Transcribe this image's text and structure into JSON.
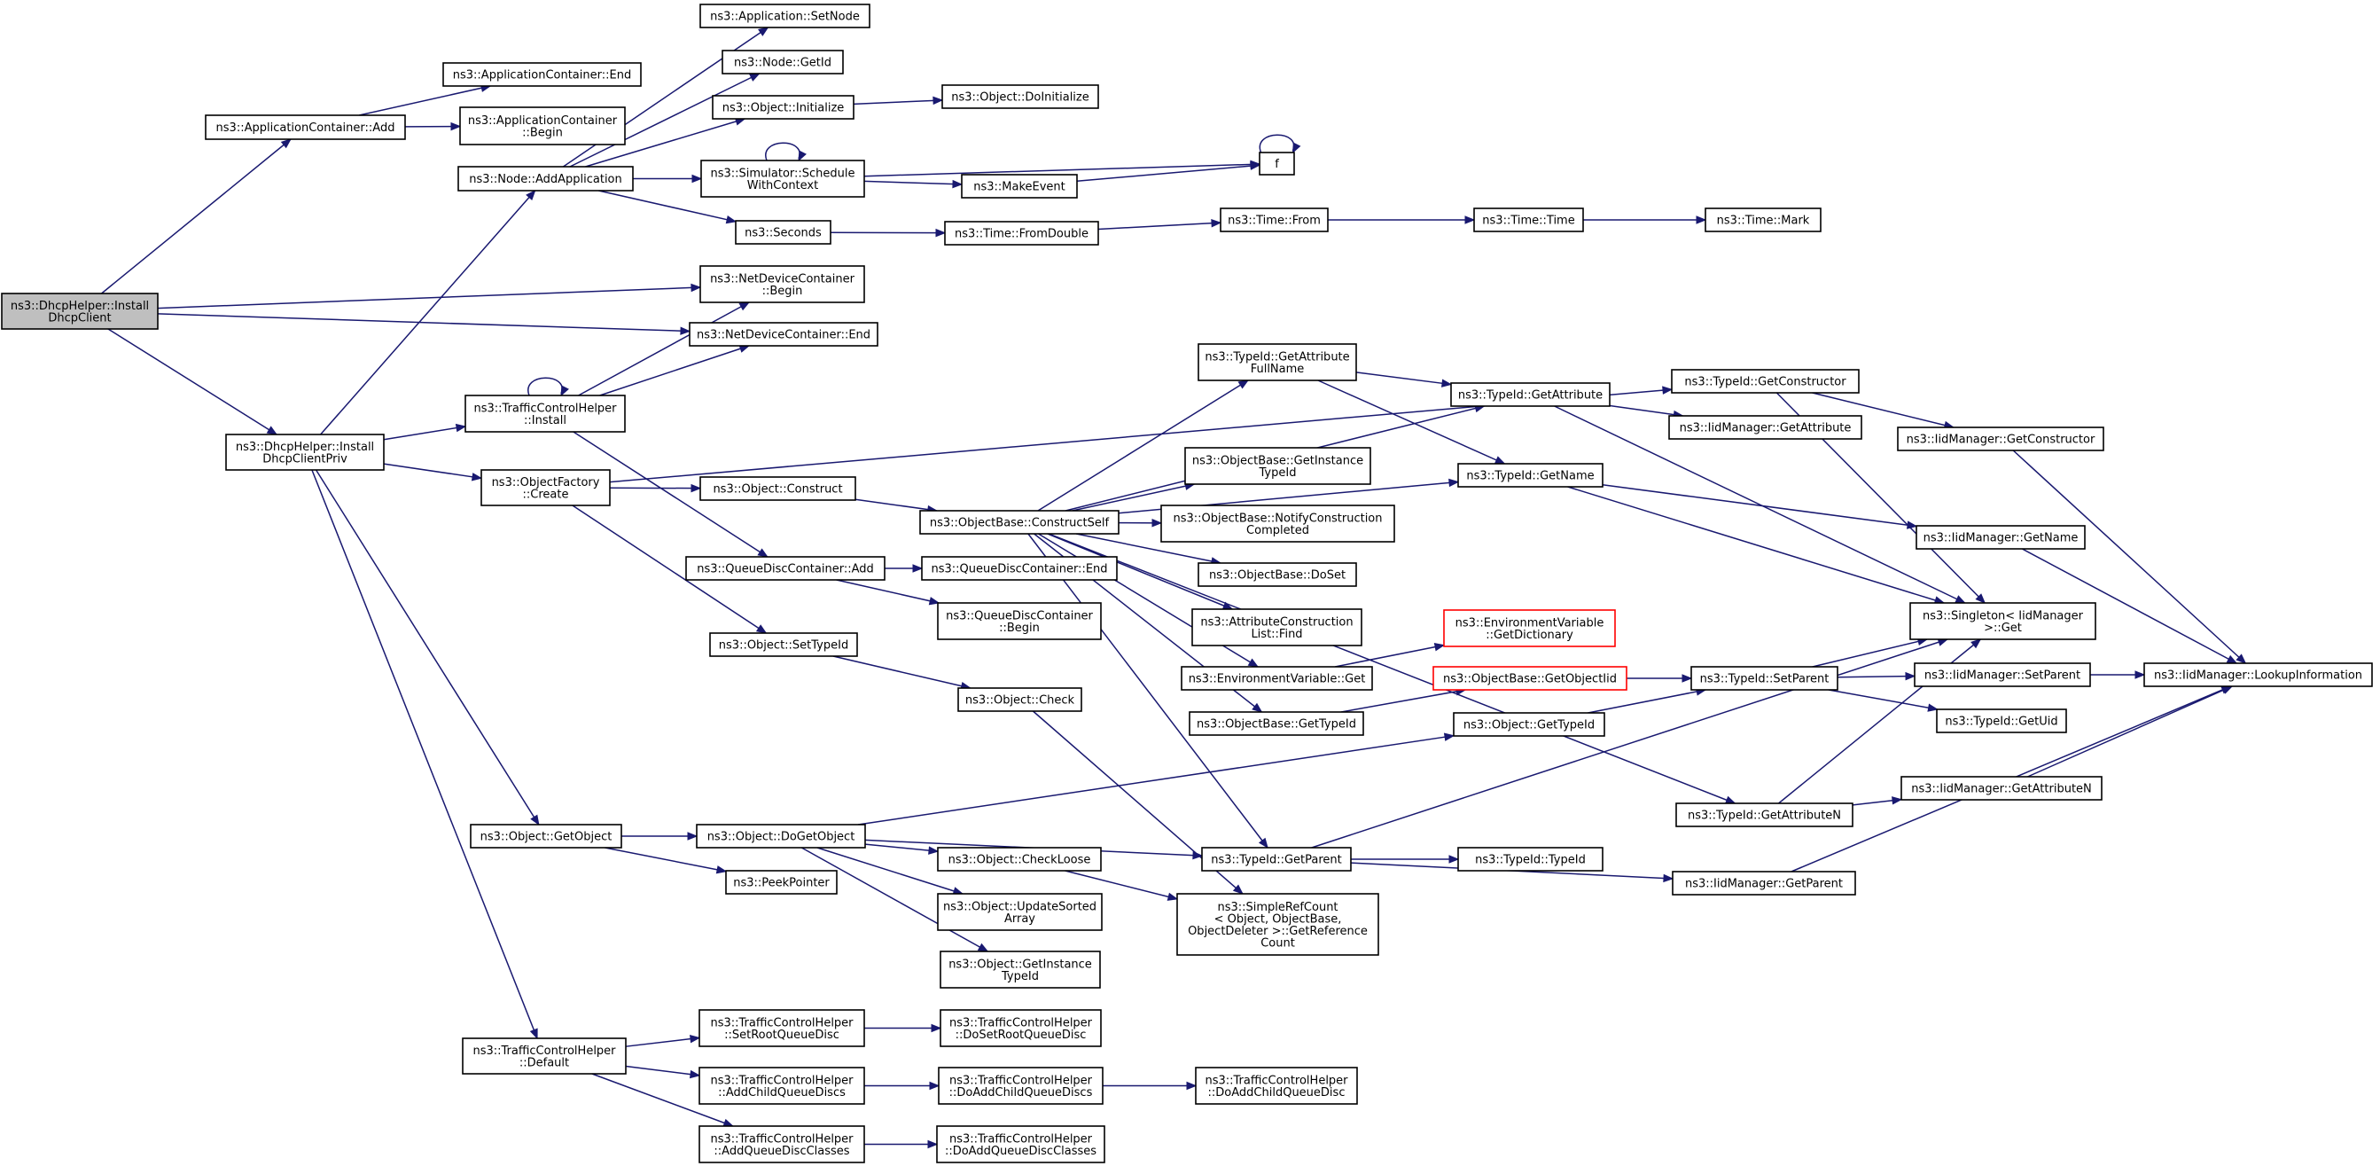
{
  "colors": {
    "edge": "#191970",
    "node_border": "#000000",
    "root_fill": "#bfbfbf",
    "missing_border": "#ff0000",
    "background": "#ffffff"
  },
  "nodes": [
    {
      "id": "root",
      "lines": [
        "ns3::DhcpHelper::Install",
        "DhcpClient"
      ],
      "style": "root"
    },
    {
      "id": "appAdd",
      "lines": [
        "ns3::ApplicationContainer::Add"
      ]
    },
    {
      "id": "appEnd",
      "lines": [
        "ns3::ApplicationContainer::End"
      ]
    },
    {
      "id": "appBegin",
      "lines": [
        "ns3::ApplicationContainer",
        "::Begin"
      ]
    },
    {
      "id": "setNode",
      "lines": [
        "ns3::Application::SetNode"
      ]
    },
    {
      "id": "getId",
      "lines": [
        "ns3::Node::GetId"
      ]
    },
    {
      "id": "objInit",
      "lines": [
        "ns3::Object::Initialize"
      ]
    },
    {
      "id": "objDoInit",
      "lines": [
        "ns3::Object::DoInitialize"
      ]
    },
    {
      "id": "f",
      "lines": [
        "f"
      ]
    },
    {
      "id": "simSched",
      "lines": [
        "ns3::Simulator::Schedule",
        "WithContext"
      ]
    },
    {
      "id": "makeEvent",
      "lines": [
        "ns3::MakeEvent"
      ]
    },
    {
      "id": "nodeAddApp",
      "lines": [
        "ns3::Node::AddApplication"
      ]
    },
    {
      "id": "seconds",
      "lines": [
        "ns3::Seconds"
      ]
    },
    {
      "id": "fromDouble",
      "lines": [
        "ns3::Time::FromDouble"
      ]
    },
    {
      "id": "timeFrom",
      "lines": [
        "ns3::Time::From"
      ]
    },
    {
      "id": "timeTime",
      "lines": [
        "ns3::Time::Time"
      ]
    },
    {
      "id": "timeMark",
      "lines": [
        "ns3::Time::Mark"
      ]
    },
    {
      "id": "ndcBegin",
      "lines": [
        "ns3::NetDeviceContainer",
        "::Begin"
      ]
    },
    {
      "id": "ndcEnd",
      "lines": [
        "ns3::NetDeviceContainer::End"
      ]
    },
    {
      "id": "tchInstall",
      "lines": [
        "ns3::TrafficControlHelper",
        "::Install"
      ]
    },
    {
      "id": "dhcpPriv",
      "lines": [
        "ns3::DhcpHelper::Install",
        "DhcpClientPriv"
      ]
    },
    {
      "id": "objFactCreate",
      "lines": [
        "ns3::ObjectFactory",
        "::Create"
      ]
    },
    {
      "id": "objConstruct",
      "lines": [
        "ns3::Object::Construct"
      ]
    },
    {
      "id": "constructSelf",
      "lines": [
        "ns3::ObjectBase::ConstructSelf"
      ]
    },
    {
      "id": "getAttrFull",
      "lines": [
        "ns3::TypeId::GetAttribute",
        "FullName"
      ]
    },
    {
      "id": "getAttr",
      "lines": [
        "ns3::TypeId::GetAttribute"
      ]
    },
    {
      "id": "getCtor",
      "lines": [
        "ns3::TypeId::GetConstructor"
      ]
    },
    {
      "id": "iidGetAttr",
      "lines": [
        "ns3::IidManager::GetAttribute"
      ]
    },
    {
      "id": "iidGetCtor",
      "lines": [
        "ns3::IidManager::GetConstructor"
      ]
    },
    {
      "id": "getInstTid",
      "lines": [
        "ns3::ObjectBase::GetInstance",
        "TypeId"
      ]
    },
    {
      "id": "getName",
      "lines": [
        "ns3::TypeId::GetName"
      ]
    },
    {
      "id": "notifyCC",
      "lines": [
        "ns3::ObjectBase::NotifyConstruction",
        "Completed"
      ]
    },
    {
      "id": "iidGetName",
      "lines": [
        "ns3::IidManager::GetName"
      ]
    },
    {
      "id": "qdcAdd",
      "lines": [
        "ns3::QueueDiscContainer::Add"
      ]
    },
    {
      "id": "qdcEnd",
      "lines": [
        "ns3::QueueDiscContainer::End"
      ]
    },
    {
      "id": "doSet",
      "lines": [
        "ns3::ObjectBase::DoSet"
      ]
    },
    {
      "id": "qdcBegin",
      "lines": [
        "ns3::QueueDiscContainer",
        "::Begin"
      ]
    },
    {
      "id": "acFind",
      "lines": [
        "ns3::AttributeConstruction",
        "List::Find"
      ]
    },
    {
      "id": "envDict",
      "lines": [
        "ns3::EnvironmentVariable",
        "::GetDictionary"
      ],
      "style": "red"
    },
    {
      "id": "singleton",
      "lines": [
        "ns3::Singleton< IidManager",
        ">::Get"
      ]
    },
    {
      "id": "setTypeId",
      "lines": [
        "ns3::Object::SetTypeId"
      ]
    },
    {
      "id": "envGet",
      "lines": [
        "ns3::EnvironmentVariable::Get"
      ]
    },
    {
      "id": "getObjIid",
      "lines": [
        "ns3::ObjectBase::GetObjectIid"
      ],
      "style": "red"
    },
    {
      "id": "setParent",
      "lines": [
        "ns3::TypeId::SetParent"
      ]
    },
    {
      "id": "iidSetParent",
      "lines": [
        "ns3::IidManager::SetParent"
      ]
    },
    {
      "id": "lookup",
      "lines": [
        "ns3::IidManager::LookupInformation"
      ]
    },
    {
      "id": "objCheck",
      "lines": [
        "ns3::Object::Check"
      ]
    },
    {
      "id": "obGetTypeId",
      "lines": [
        "ns3::ObjectBase::GetTypeId"
      ]
    },
    {
      "id": "oGetTypeId",
      "lines": [
        "ns3::Object::GetTypeId"
      ]
    },
    {
      "id": "getUid",
      "lines": [
        "ns3::TypeId::GetUid"
      ]
    },
    {
      "id": "getAttrN",
      "lines": [
        "ns3::TypeId::GetAttributeN"
      ]
    },
    {
      "id": "iidGetAttrN",
      "lines": [
        "ns3::IidManager::GetAttributeN"
      ]
    },
    {
      "id": "getObject",
      "lines": [
        "ns3::Object::GetObject"
      ]
    },
    {
      "id": "doGetObject",
      "lines": [
        "ns3::Object::DoGetObject"
      ]
    },
    {
      "id": "checkLoose",
      "lines": [
        "ns3::Object::CheckLoose"
      ]
    },
    {
      "id": "getParent",
      "lines": [
        "ns3::TypeId::GetParent"
      ]
    },
    {
      "id": "typeIdTypeId",
      "lines": [
        "ns3::TypeId::TypeId"
      ]
    },
    {
      "id": "peekPtr",
      "lines": [
        "ns3::PeekPointer"
      ]
    },
    {
      "id": "iidGetParent",
      "lines": [
        "ns3::IidManager::GetParent"
      ]
    },
    {
      "id": "updSorted",
      "lines": [
        "ns3::Object::UpdateSorted",
        "Array"
      ]
    },
    {
      "id": "refCount",
      "lines": [
        "ns3::SimpleRefCount",
        "< Object, ObjectBase,",
        "ObjectDeleter >::GetReference",
        "Count"
      ]
    },
    {
      "id": "getInstTid2",
      "lines": [
        "ns3::Object::GetInstance",
        "TypeId"
      ]
    },
    {
      "id": "tchSetRoot",
      "lines": [
        "ns3::TrafficControlHelper",
        "::SetRootQueueDisc"
      ]
    },
    {
      "id": "tchDoSetRoot",
      "lines": [
        "ns3::TrafficControlHelper",
        "::DoSetRootQueueDisc"
      ]
    },
    {
      "id": "tchDefault",
      "lines": [
        "ns3::TrafficControlHelper",
        "::Default"
      ]
    },
    {
      "id": "tchAddChild",
      "lines": [
        "ns3::TrafficControlHelper",
        "::AddChildQueueDiscs"
      ]
    },
    {
      "id": "tchDoAddChilds",
      "lines": [
        "ns3::TrafficControlHelper",
        "::DoAddChildQueueDiscs"
      ]
    },
    {
      "id": "tchDoAddChild",
      "lines": [
        "ns3::TrafficControlHelper",
        "::DoAddChildQueueDisc"
      ]
    },
    {
      "id": "tchAddQDC",
      "lines": [
        "ns3::TrafficControlHelper",
        "::AddQueueDiscClasses"
      ]
    },
    {
      "id": "tchDoAddQDC",
      "lines": [
        "ns3::TrafficControlHelper",
        "::DoAddQueueDiscClasses"
      ]
    }
  ],
  "edges": [
    [
      "root",
      "appAdd"
    ],
    [
      "root",
      "ndcBegin"
    ],
    [
      "root",
      "ndcEnd"
    ],
    [
      "root",
      "dhcpPriv"
    ],
    [
      "appAdd",
      "appEnd"
    ],
    [
      "appAdd",
      "appBegin"
    ],
    [
      "nodeAddApp",
      "setNode"
    ],
    [
      "nodeAddApp",
      "getId"
    ],
    [
      "nodeAddApp",
      "objInit"
    ],
    [
      "nodeAddApp",
      "simSched"
    ],
    [
      "nodeAddApp",
      "seconds"
    ],
    [
      "objInit",
      "objDoInit"
    ],
    [
      "simSched",
      "f"
    ],
    [
      "simSched",
      "makeEvent"
    ],
    [
      "simSched",
      "simSched"
    ],
    [
      "makeEvent",
      "f"
    ],
    [
      "f",
      "f"
    ],
    [
      "seconds",
      "fromDouble"
    ],
    [
      "fromDouble",
      "timeFrom"
    ],
    [
      "timeFrom",
      "timeTime"
    ],
    [
      "timeTime",
      "timeMark"
    ],
    [
      "dhcpPriv",
      "nodeAddApp"
    ],
    [
      "dhcpPriv",
      "tchInstall"
    ],
    [
      "dhcpPriv",
      "objFactCreate"
    ],
    [
      "dhcpPriv",
      "getObject"
    ],
    [
      "dhcpPriv",
      "tchDefault"
    ],
    [
      "tchInstall",
      "ndcBegin"
    ],
    [
      "tchInstall",
      "ndcEnd"
    ],
    [
      "tchInstall",
      "qdcAdd"
    ],
    [
      "tchInstall",
      "tchInstall"
    ],
    [
      "objFactCreate",
      "getCtor"
    ],
    [
      "objFactCreate",
      "objConstruct"
    ],
    [
      "objFactCreate",
      "setTypeId"
    ],
    [
      "objConstruct",
      "constructSelf"
    ],
    [
      "constructSelf",
      "getAttrFull"
    ],
    [
      "constructSelf",
      "getAttr"
    ],
    [
      "constructSelf",
      "getName"
    ],
    [
      "constructSelf",
      "getInstTid"
    ],
    [
      "constructSelf",
      "notifyCC"
    ],
    [
      "constructSelf",
      "doSet"
    ],
    [
      "constructSelf",
      "acFind"
    ],
    [
      "constructSelf",
      "envGet"
    ],
    [
      "constructSelf",
      "obGetTypeId"
    ],
    [
      "constructSelf",
      "getAttrN"
    ],
    [
      "constructSelf",
      "getParent"
    ],
    [
      "getAttrFull",
      "getAttr"
    ],
    [
      "getAttrFull",
      "getName"
    ],
    [
      "getAttr",
      "iidGetAttr"
    ],
    [
      "getAttr",
      "singleton"
    ],
    [
      "getCtor",
      "iidGetCtor"
    ],
    [
      "getCtor",
      "singleton"
    ],
    [
      "iidGetCtor",
      "lookup"
    ],
    [
      "getName",
      "iidGetName"
    ],
    [
      "getName",
      "singleton"
    ],
    [
      "iidGetName",
      "lookup"
    ],
    [
      "qdcAdd",
      "qdcEnd"
    ],
    [
      "qdcAdd",
      "qdcBegin"
    ],
    [
      "envGet",
      "envDict"
    ],
    [
      "setTypeId",
      "objCheck"
    ],
    [
      "objCheck",
      "refCount"
    ],
    [
      "obGetTypeId",
      "getObjIid"
    ],
    [
      "getObjIid",
      "setParent"
    ],
    [
      "oGetTypeId",
      "setParent"
    ],
    [
      "setParent",
      "singleton"
    ],
    [
      "setParent",
      "iidSetParent"
    ],
    [
      "setParent",
      "getUid"
    ],
    [
      "iidSetParent",
      "lookup"
    ],
    [
      "getAttrN",
      "singleton"
    ],
    [
      "getAttrN",
      "iidGetAttrN"
    ],
    [
      "iidGetAttrN",
      "lookup"
    ],
    [
      "getObject",
      "doGetObject"
    ],
    [
      "getObject",
      "peekPtr"
    ],
    [
      "doGetObject",
      "oGetTypeId"
    ],
    [
      "doGetObject",
      "getParent"
    ],
    [
      "doGetObject",
      "checkLoose"
    ],
    [
      "doGetObject",
      "updSorted"
    ],
    [
      "doGetObject",
      "getInstTid2"
    ],
    [
      "checkLoose",
      "refCount"
    ],
    [
      "getParent",
      "typeIdTypeId"
    ],
    [
      "getParent",
      "iidGetParent"
    ],
    [
      "getParent",
      "singleton"
    ],
    [
      "iidGetParent",
      "lookup"
    ],
    [
      "tchDefault",
      "tchSetRoot"
    ],
    [
      "tchDefault",
      "tchAddChild"
    ],
    [
      "tchDefault",
      "tchAddQDC"
    ],
    [
      "tchSetRoot",
      "tchDoSetRoot"
    ],
    [
      "tchAddChild",
      "tchDoAddChilds"
    ],
    [
      "tchDoAddChilds",
      "tchDoAddChild"
    ],
    [
      "tchAddQDC",
      "tchDoAddQDC"
    ]
  ]
}
